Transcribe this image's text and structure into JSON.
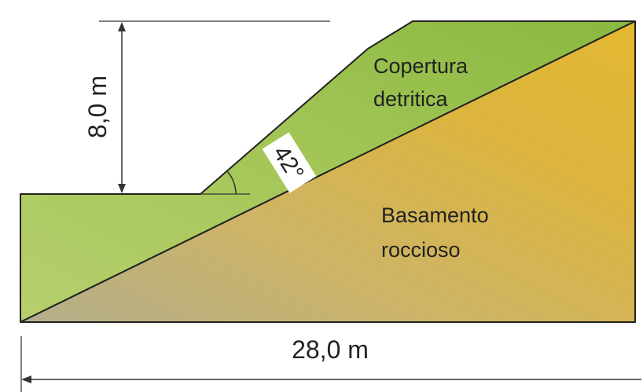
{
  "diagram": {
    "height_label": "8,0 m",
    "width_label": "28,0 m",
    "angle_label": "42°",
    "layers": {
      "cover": {
        "label_line1": "Copertura",
        "label_line2": "detritica",
        "color": "#9cc04e"
      },
      "bedrock": {
        "label_line1": "Basamento",
        "label_line2": "roccioso",
        "color": "#dbb33c"
      }
    }
  }
}
